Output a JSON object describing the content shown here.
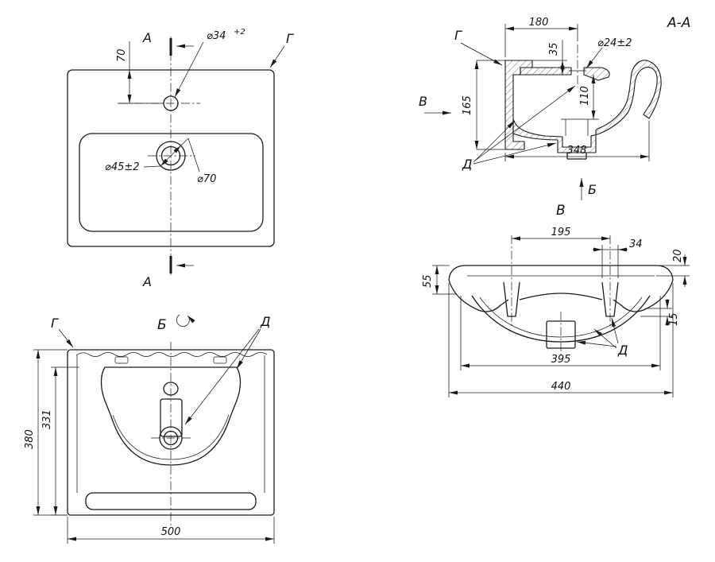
{
  "drawing": {
    "bg": "#ffffff",
    "line_color": "#1a1a1a",
    "views": {
      "plan": {
        "section_letter_top": "А",
        "section_letter_bottom": "А",
        "dim_offset_faucet": "70",
        "dim_faucet_dia": "⌀34",
        "dim_faucet_tol": "+2",
        "corner_label": "Г",
        "dim_drain_dia": "⌀45±2",
        "dim_recess_dia": "⌀70"
      },
      "section_aa": {
        "title": "А-А",
        "corner_label": "Г",
        "dim_width_to_drain": "180",
        "dim_deck": "35",
        "dim_hole_dia": "⌀24±2",
        "dim_depth": "110",
        "view_arrow_v": "В",
        "dim_height": "165",
        "detail_label": "Д",
        "dim_length": "348",
        "view_arrow_b": "Б"
      },
      "view_b": {
        "title": "Б",
        "corner_label": "Г",
        "detail_label": "Д",
        "dim_depth_outer": "380",
        "dim_depth_inner": "331",
        "dim_width": "500"
      },
      "view_v": {
        "title": "В",
        "dim_tap_centers": "195",
        "dim_boss": "34",
        "dim_rim": "20",
        "dim_skirt": "55",
        "dim_lip": "15",
        "detail_label": "Д",
        "dim_inner_width": "395",
        "dim_width": "440"
      }
    }
  }
}
